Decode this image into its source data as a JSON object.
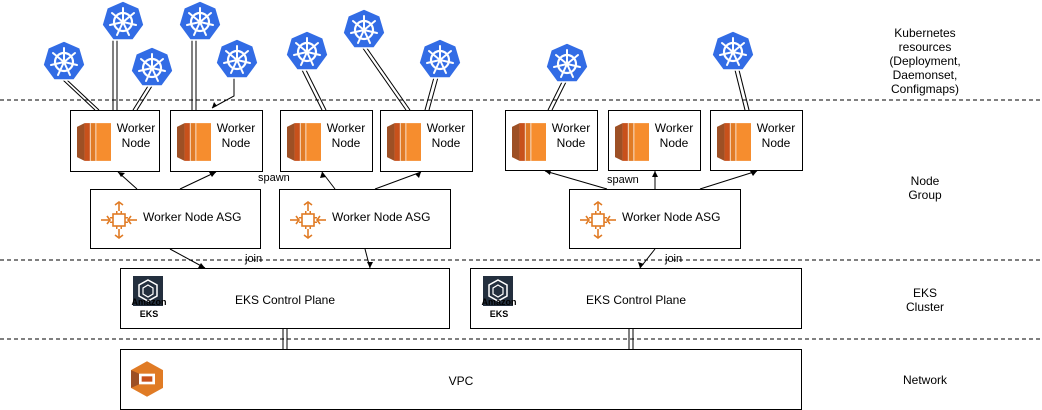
{
  "layers": {
    "kubernetes": "Kubernetes\nresources\n(Deployment,\nDaemonset,\nConfigmaps)",
    "node_group": "Node\nGroup",
    "eks_cluster": "EKS\nCluster",
    "network": "Network"
  },
  "worker_nodes": [
    "Worker\nNode",
    "Worker\nNode",
    "Worker\nNode",
    "Worker\nNode",
    "Worker\nNode",
    "Worker\nNode",
    "Worker\nNode"
  ],
  "asg": [
    "Worker Node ASG",
    "Worker Node ASG",
    "Worker Node ASG"
  ],
  "control_planes": [
    {
      "label": "EKS Control Plane",
      "icon_text_1": "Amazon",
      "icon_text_2": "EKS"
    },
    {
      "label": "EKS Control Plane",
      "icon_text_1": "Amazon",
      "icon_text_2": "EKS"
    }
  ],
  "vpc": {
    "label": "VPC"
  },
  "edge_labels": {
    "spawn_1": "spawn",
    "spawn_2": "spawn",
    "join_1": "join",
    "join_2": "join"
  },
  "colors": {
    "aws_orange": "#e07b25",
    "k8s_blue": "#326ce5"
  }
}
